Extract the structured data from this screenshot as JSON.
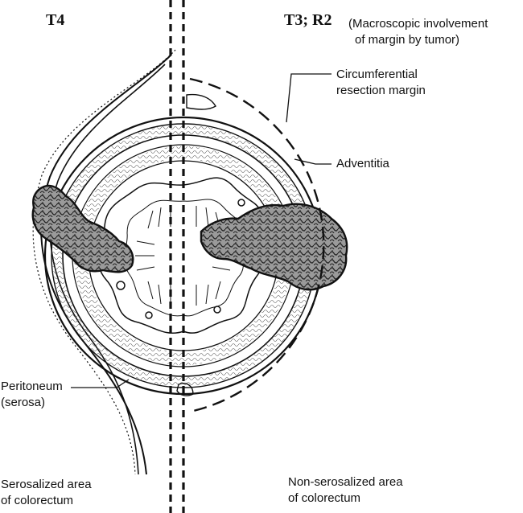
{
  "labels": {
    "t4": "T4",
    "t3r2": "T3; R2",
    "t3r2_note_line1": "(Macroscopic involvement",
    "t3r2_note_line2": "of margin by tumor)",
    "crm_line1": "Circumferential",
    "crm_line2": "resection margin",
    "adventitia": "Adventitia",
    "peritoneum_line1": "Peritoneum",
    "peritoneum_line2": "(serosa)",
    "serosalized_line1": "Serosalized area",
    "serosalized_line2": "of colorectum",
    "nonserosalized_line1": "Non-serosalized area",
    "nonserosalized_line2": "of colorectum"
  },
  "colors": {
    "ink": "#111111",
    "tumor_fill": "#8a8a8a",
    "background": "#ffffff"
  }
}
